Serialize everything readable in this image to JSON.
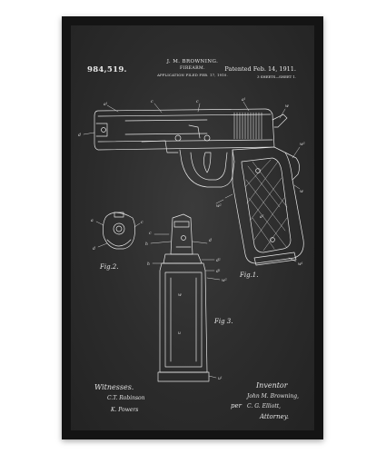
{
  "patent": {
    "inventor_header": "J. M. BROWNING.",
    "title": "FIREARM.",
    "application": "APPLICATION FILED FEB. 17, 1910.",
    "number": "984,519.",
    "patented": "Patented Feb. 14, 1911.",
    "sheets": "3 SHEETS—SHEET 1."
  },
  "figures": {
    "fig1": "Fig.1.",
    "fig2": "Fig.2.",
    "fig3": "Fig 3."
  },
  "signatures": {
    "witnesses_label": "Witnesses.",
    "witness1": "C.T. Robinson",
    "witness2": "K. Powers",
    "inventor_label": "Inventor",
    "inventor_name": "John M. Browning,",
    "per": "per",
    "attorney_name": "C. G. Elliott,",
    "attorney_label": "Attorney."
  },
  "colors": {
    "frame": "#141414",
    "paper": "#2c2c2c",
    "ink": "#e8e8e8"
  }
}
